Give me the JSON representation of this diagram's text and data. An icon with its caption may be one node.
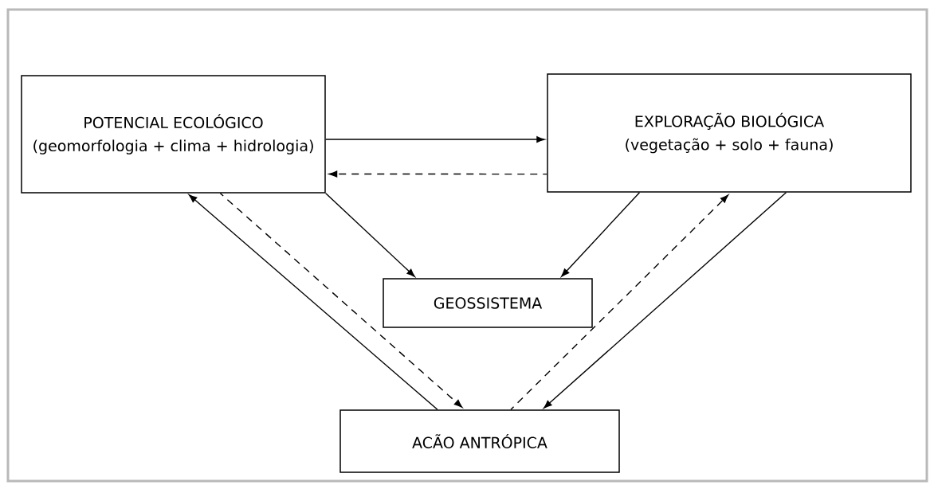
{
  "diagram": {
    "nodes": [
      {
        "text": [
          "POTENCIAL ECOLÓGICO",
          "(geomorfologia + clima + hidrologia)"
        ]
      },
      {
        "text": [
          "EXPLORAÇÃO BIOLÓGICA",
          "(vegetação + solo + fauna)"
        ]
      },
      {
        "text": [
          "GEOSSISTEMA"
        ]
      },
      {
        "text": [
          "ACÃO ANTRÓPICA"
        ]
      }
    ],
    "edges": [
      {
        "from": 0,
        "to": 1,
        "arrow": "to"
      },
      {
        "from": 1,
        "to": 0,
        "arrow": "to",
        "style": "dashed"
      },
      {
        "from": 0,
        "to": 2,
        "arrow": "to"
      },
      {
        "from": 1,
        "to": 2,
        "arrow": "to"
      },
      {
        "from": 3,
        "to": 0,
        "arrow": "to"
      },
      {
        "from": 0,
        "to": 3,
        "arrow": "to",
        "style": "dashed"
      },
      {
        "from": 3,
        "to": 1,
        "arrow": "to",
        "style": "dashed"
      },
      {
        "from": 1,
        "to": 3,
        "arrow": "to"
      }
    ]
  }
}
